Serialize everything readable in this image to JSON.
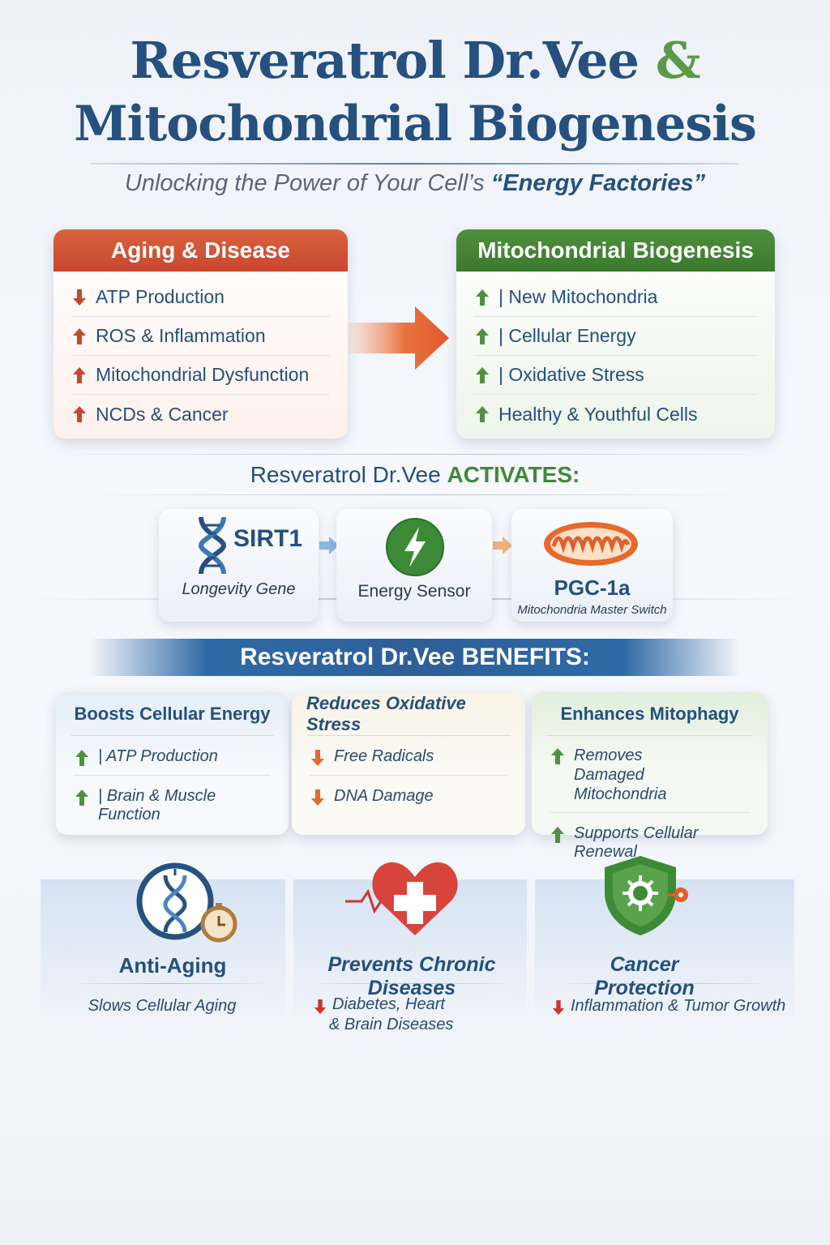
{
  "header": {
    "title_line1": "Resveratrol Dr.Vee",
    "title_amp": "&",
    "title_line2": "Mitochondrial Biogenesis",
    "subtitle_prefix": "Unlocking the Power of Your Cell’s ",
    "subtitle_emphasis": "“Energy Factories”"
  },
  "aging": {
    "title": "Aging & Disease",
    "items": [
      {
        "text": "ATP Production",
        "direction": "down"
      },
      {
        "text": "ROS & Inflammation",
        "direction": "up"
      },
      {
        "text": "Mitochondrial Dysfunction",
        "direction": "up"
      },
      {
        "text": "NCDs & Cancer",
        "direction": "up"
      }
    ]
  },
  "biogenesis": {
    "title": "Mitochondrial Biogenesis",
    "items": [
      {
        "text": "| New Mitochondria",
        "direction": "up"
      },
      {
        "text": "| Cellular Energy",
        "direction": "up"
      },
      {
        "text": "| Oxidative Stress",
        "direction": "up"
      },
      {
        "text": "Healthy & Youthful Cells",
        "direction": "up"
      }
    ]
  },
  "activates": {
    "prefix": "Resveratrol Dr.Vee ",
    "emphasis": "ACTIVATES:",
    "cards": [
      {
        "label": "SIRT1",
        "caption": "Longevity Gene",
        "icon": "dna-icon"
      },
      {
        "label": "",
        "caption": "Energy Sensor",
        "icon": "lightning-icon"
      },
      {
        "label": "PGC-1a",
        "caption": "Mitochondria Master Switch",
        "icon": "mitochondria-icon"
      }
    ]
  },
  "benefits": {
    "banner": "Resveratrol Dr.Vee BENEFITS:",
    "cards": [
      {
        "title": "Boosts Cellular Energy",
        "items": [
          {
            "text": "| ATP Production",
            "direction": "up"
          },
          {
            "text": "| Brain & Muscle Function",
            "direction": "up"
          }
        ]
      },
      {
        "title": "Reduces Oxidative Stress",
        "items": [
          {
            "text": "Free Radicals",
            "direction": "down"
          },
          {
            "text": "DNA Damage",
            "direction": "down"
          }
        ]
      },
      {
        "title": "Enhances Mitophagy",
        "items": [
          {
            "text": "Removes Damaged Mitochondria",
            "direction": "up"
          },
          {
            "text": "Supports Cellular Renewal",
            "direction": "up"
          }
        ]
      }
    ]
  },
  "outcomes": [
    {
      "title": "Anti-Aging",
      "subtitle": "Slows Cellular Aging",
      "icon": "dna-clock-icon"
    },
    {
      "title": "Prevents Chronic Diseases",
      "subtitle_line1": "Diabetes, Heart",
      "subtitle_line2": "& Brain Diseases",
      "direction": "down",
      "icon": "heart-cross-icon"
    },
    {
      "title": "Cancer Protection",
      "subtitle": "Inflammation & Tumor Growth",
      "direction": "down",
      "icon": "shield-virus-icon"
    }
  ],
  "colors": {
    "navy": "#25507f",
    "green": "#3f8a36",
    "red": "#c9472f",
    "orange": "#e06a30"
  }
}
